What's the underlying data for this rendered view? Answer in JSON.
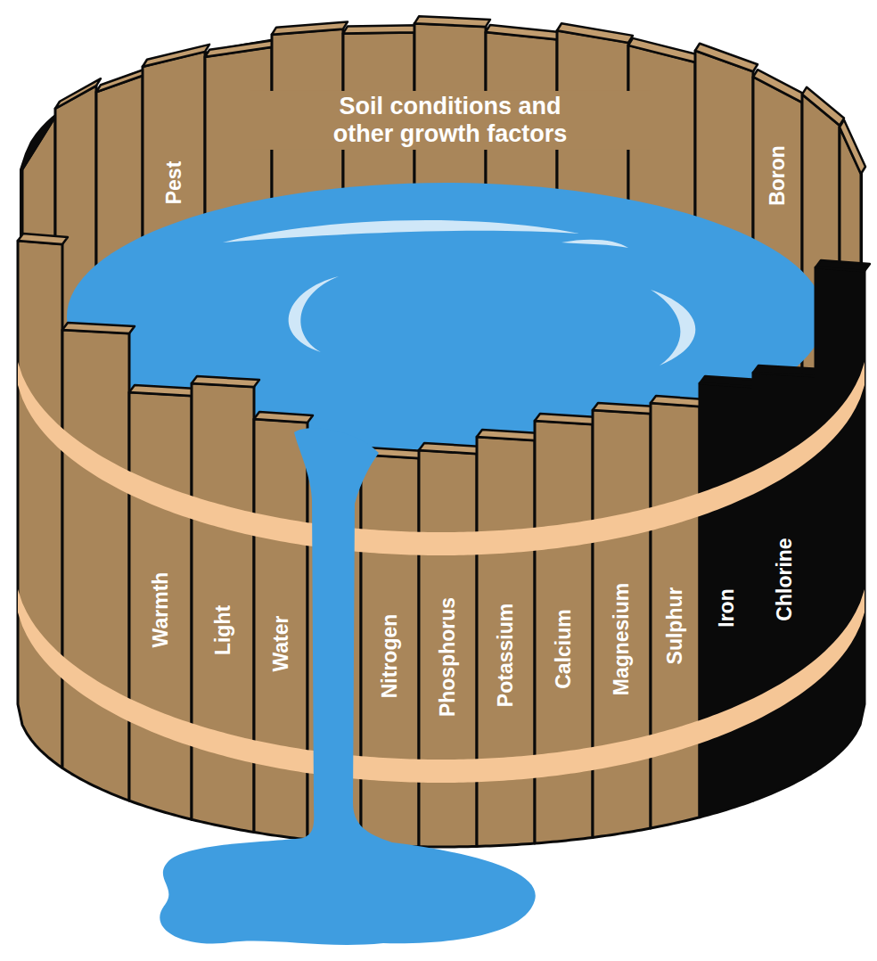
{
  "diagram": {
    "labels": [
      "Pest",
      "Soil conditions and other growth factors",
      "Boron",
      "Warmth",
      "Light",
      "Water",
      "Nitrogen",
      "Phosphorus",
      "Potassium",
      "Calcium",
      "Magnesium",
      "Sulphur",
      "Iron",
      "Chlorine"
    ]
  }
}
